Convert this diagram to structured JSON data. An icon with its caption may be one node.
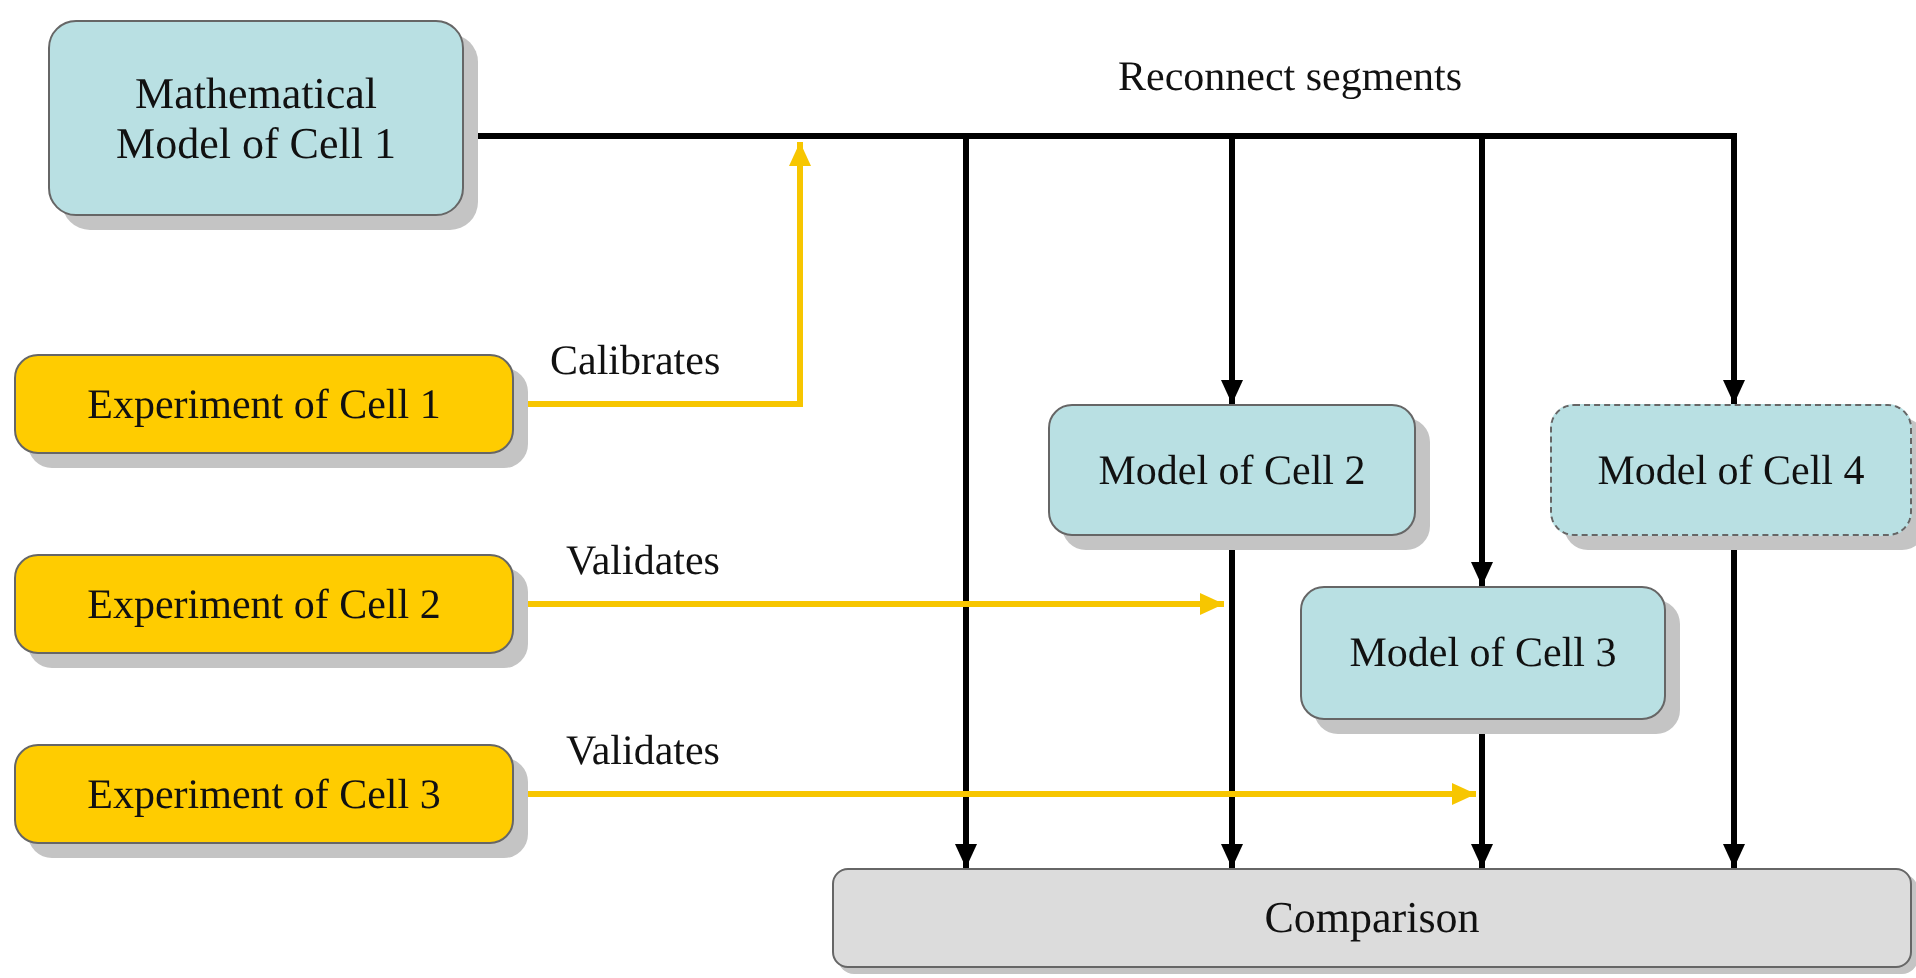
{
  "diagram": {
    "nodes": [
      {
        "text": [
          "Mathematical Model of Cell 1"
        ]
      },
      {
        "text": [
          "Experiment of Cell 1"
        ]
      },
      {
        "text": [
          "Experiment of Cell 2"
        ]
      },
      {
        "text": [
          "Experiment of Cell 3"
        ]
      },
      {
        "text": [
          "Model of Cell 2"
        ]
      },
      {
        "text": [
          "Model of Cell 4"
        ]
      },
      {
        "text": [
          "Model of Cell 3"
        ]
      },
      {
        "text": [
          "Comparison"
        ]
      }
    ],
    "edges": [
      {
        "from": 0,
        "to": 7,
        "arrow": "to"
      },
      {
        "from": 0,
        "to": 4,
        "arrow": "to"
      },
      {
        "from": 0,
        "to": 6,
        "arrow": "to"
      },
      {
        "from": 0,
        "to": 5,
        "arrow": "to"
      },
      {
        "from": 4,
        "to": 7,
        "arrow": "to"
      },
      {
        "from": 6,
        "to": 7,
        "arrow": "to"
      },
      {
        "from": 5,
        "to": 7,
        "arrow": "to"
      },
      {
        "from": 1,
        "to": null,
        "arrow": "to",
        "label": "Calibrates",
        "color": "#f7c600"
      },
      {
        "from": 2,
        "to": null,
        "arrow": "to",
        "label": "Validates",
        "color": "#f7c600"
      },
      {
        "from": 3,
        "to": null,
        "arrow": "to",
        "label": "Validates",
        "color": "#f7c600"
      }
    ],
    "labels": [
      "Reconnect segments"
    ]
  }
}
